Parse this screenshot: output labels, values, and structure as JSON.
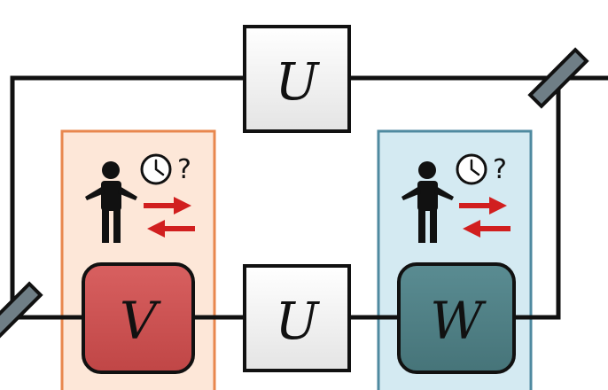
{
  "diagram": {
    "gates": {
      "top_u": "U",
      "bottom_u": "U",
      "v": "V",
      "w": "W"
    },
    "question_mark": "?",
    "colors": {
      "wire": "#111111",
      "v_fill": "#cc5050",
      "w_fill": "#4f8187",
      "u_fill": "#eeeeee",
      "left_panel_fill": "#fde7d8",
      "left_panel_border": "#e8874e",
      "right_panel_fill": "#d4eaf2",
      "right_panel_border": "#4f8aa0",
      "arrow": "#d11f1f",
      "mirror": "#6f7e86"
    },
    "icons": [
      "person-icon",
      "clock-icon",
      "exchange-arrows-icon",
      "mirror-icon"
    ]
  }
}
